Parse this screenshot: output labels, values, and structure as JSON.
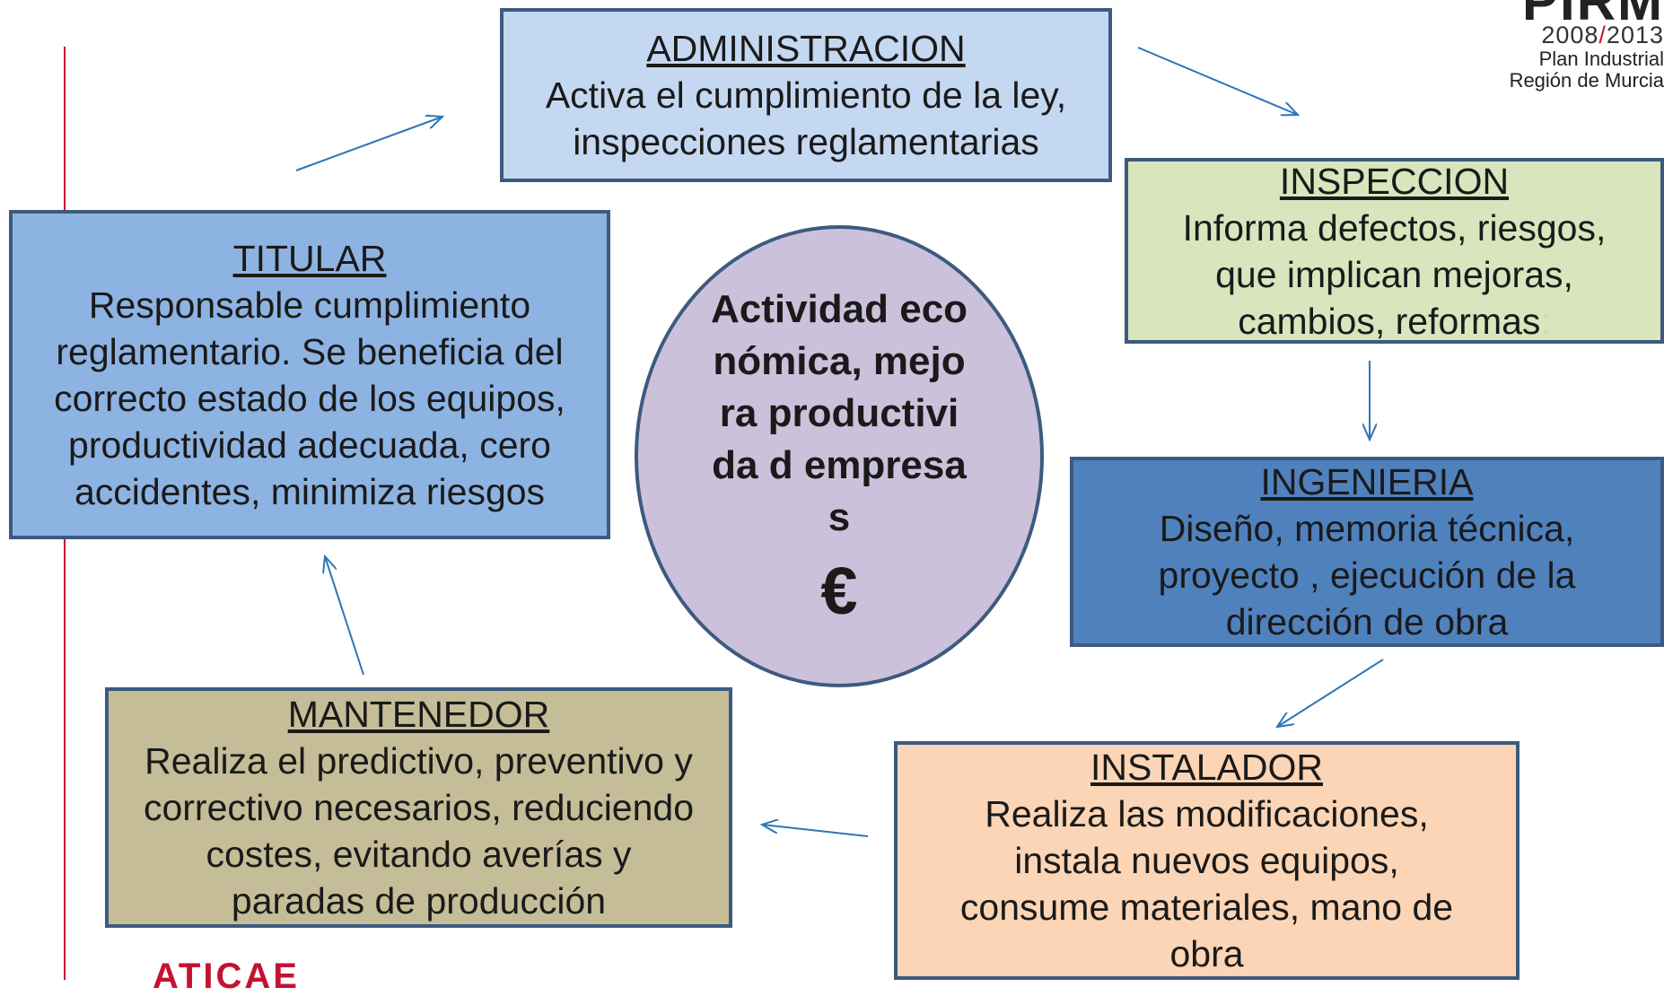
{
  "colors": {
    "accent_line": "#c41230",
    "box_border": "#3d5a80",
    "arrow": "#2e75b6",
    "administracion": "#c5d8f1",
    "inspeccion": "#d8e5bd",
    "ingenieria": "#4f81bd",
    "instalador": "#fbd5b5",
    "mantenedor": "#c4bd97",
    "titular": "#8db3e2",
    "center": "#ccc1da"
  },
  "logo": {
    "brand": "PIRM",
    "years_start": "2008",
    "years_sep": "/",
    "years_end": "2013",
    "line1": "Plan Industrial",
    "line2": "Región de Murcia"
  },
  "center": {
    "text": "Actividad económica, mejora productivida d empresas",
    "symbol": "€"
  },
  "boxes": {
    "administracion": {
      "title": "ADMINISTRACION",
      "body": "Activa el cumplimiento de la ley, inspecciones reglamentarias"
    },
    "inspeccion": {
      "title": "INSPECCION",
      "body": "Informa defectos, riesgos, que implican mejoras, cambios, reformas",
      "trailing": ":"
    },
    "ingenieria": {
      "title": "INGENIERIA",
      "body": "Diseño, memoria técnica, proyecto , ejecución de la dirección de obra"
    },
    "instalador": {
      "title": "INSTALADOR",
      "body": "Realiza las modificaciones, instala nuevos equipos, consume materiales, mano de obra"
    },
    "mantenedor": {
      "title": "MANTENEDOR",
      "body": "Realiza el predictivo, preventivo y correctivo necesarios, reduciendo costes, evitando averías y paradas de producción"
    },
    "titular": {
      "title": "TITULAR",
      "body": "Responsable cumplimiento reglamentario. Se beneficia del correcto estado de los equipos, productividad adecuada, cero accidentes, minimiza riesgos"
    }
  },
  "footer_text": "ATICAE"
}
